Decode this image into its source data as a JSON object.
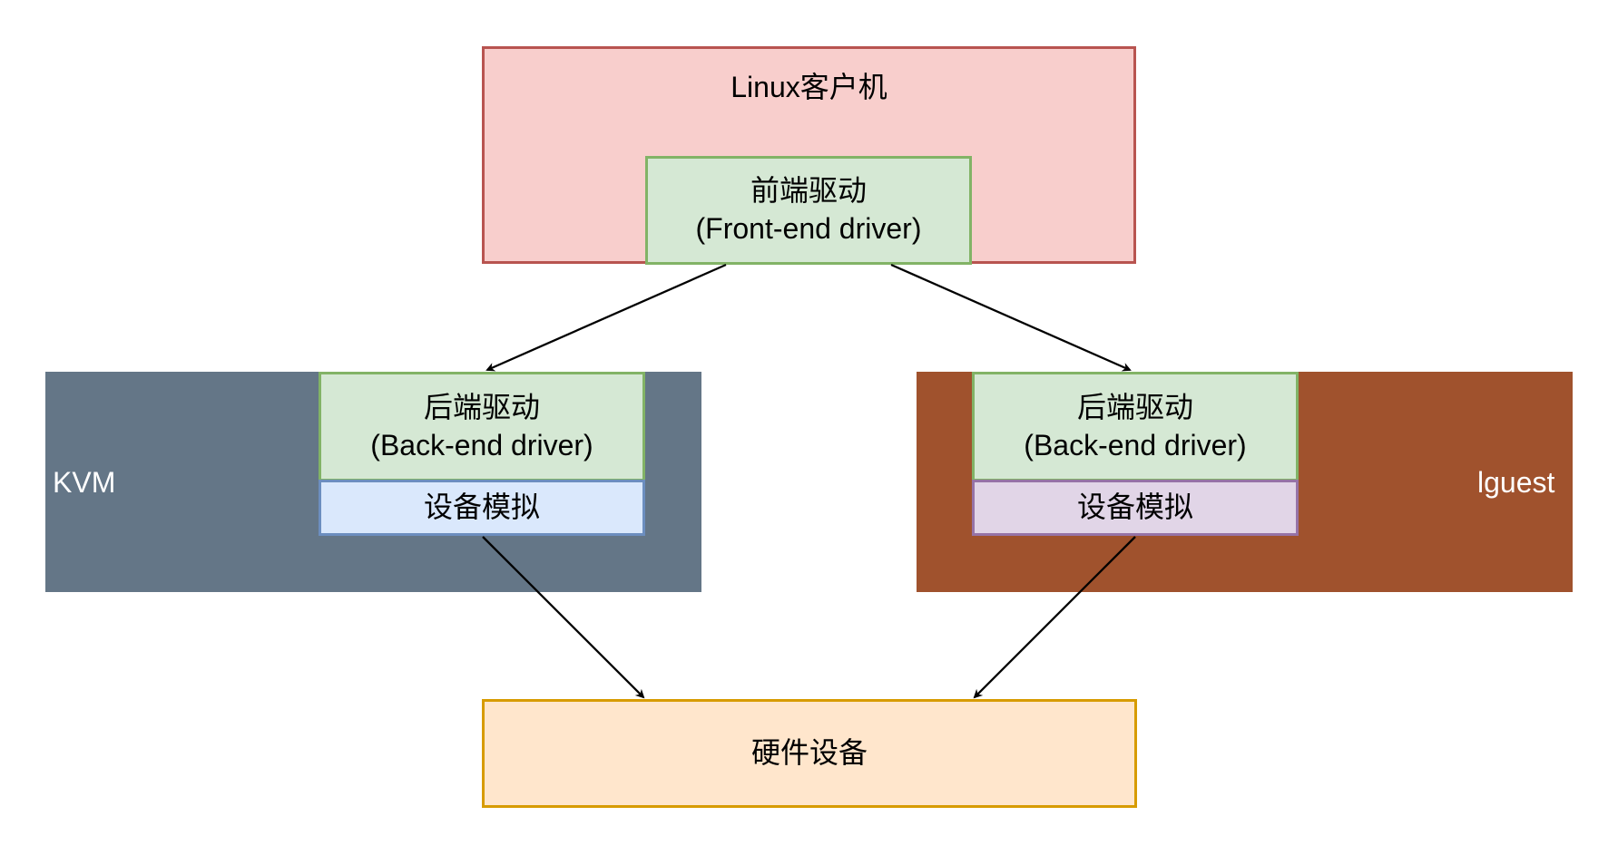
{
  "diagram": {
    "linux_guest": {
      "label": "Linux客户机",
      "color": "#f8cecc",
      "border": "#b85450"
    },
    "frontend": {
      "label_cn": "前端驱动",
      "label_en": "(Front-end driver)"
    },
    "kvm": {
      "label": "KVM",
      "color": "#647687",
      "backend": {
        "label_cn": "后端驱动",
        "label_en": "(Back-end driver)"
      },
      "emulation": {
        "label": "设备模拟",
        "color": "#dae8fc"
      }
    },
    "lguest": {
      "label": "lguest",
      "color": "#a0522d",
      "backend": {
        "label_cn": "后端驱动",
        "label_en": "(Back-end driver)"
      },
      "emulation": {
        "label": "设备模拟",
        "color": "#e1d5e7"
      }
    },
    "hardware": {
      "label": "硬件设备",
      "color": "#ffe6cc",
      "border": "#d79b00"
    },
    "edges": [
      {
        "from": "frontend",
        "to": "kvm-backend"
      },
      {
        "from": "frontend",
        "to": "lguest-backend"
      },
      {
        "from": "kvm-emulation",
        "to": "hardware"
      },
      {
        "from": "lguest-emulation",
        "to": "hardware"
      }
    ]
  }
}
